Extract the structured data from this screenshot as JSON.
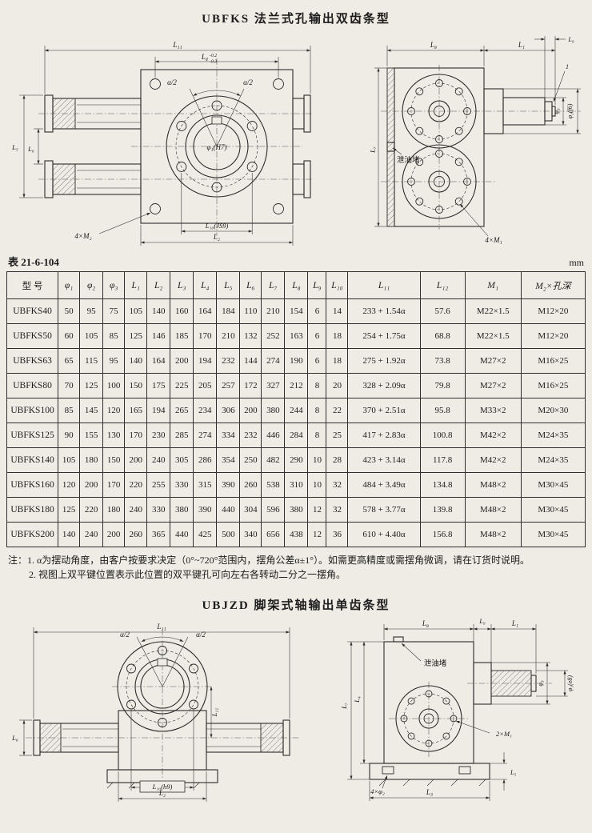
{
  "page": {
    "title_top": "UBFKS 法兰式孔输出双齿条型",
    "title_bottom": "UBJZD 脚架式轴输出单齿条型",
    "table_label": "表 21-6-104",
    "unit_label": "mm"
  },
  "table": {
    "headers": [
      "型  号",
      "φ₁",
      "φ₂",
      "φ₃",
      "L₁",
      "L₂",
      "L₃",
      "L₄",
      "L₅",
      "L₆",
      "L₇",
      "L₈",
      "L₉",
      "L₁₀",
      "L₁₁",
      "L₁₂",
      "M₁",
      "M₂×孔深"
    ],
    "rows": [
      [
        "UBFKS40",
        "50",
        "95",
        "75",
        "105",
        "140",
        "160",
        "164",
        "184",
        "110",
        "210",
        "154",
        "6",
        "14",
        "233 + 1.54α",
        "57.6",
        "M22×1.5",
        "M12×20"
      ],
      [
        "UBFKS50",
        "60",
        "105",
        "85",
        "125",
        "146",
        "185",
        "170",
        "210",
        "132",
        "252",
        "163",
        "6",
        "18",
        "254 + 1.75α",
        "68.8",
        "M22×1.5",
        "M12×20"
      ],
      [
        "UBFKS63",
        "65",
        "115",
        "95",
        "140",
        "164",
        "200",
        "194",
        "232",
        "144",
        "274",
        "190",
        "6",
        "18",
        "275 + 1.92α",
        "73.8",
        "M27×2",
        "M16×25"
      ],
      [
        "UBFKS80",
        "70",
        "125",
        "100",
        "150",
        "175",
        "225",
        "205",
        "257",
        "172",
        "327",
        "212",
        "8",
        "20",
        "328 + 2.09α",
        "79.8",
        "M27×2",
        "M16×25"
      ],
      [
        "UBFKS100",
        "85",
        "145",
        "120",
        "165",
        "194",
        "265",
        "234",
        "306",
        "200",
        "380",
        "244",
        "8",
        "22",
        "370 + 2.51α",
        "95.8",
        "M33×2",
        "M20×30"
      ],
      [
        "UBFKS125",
        "90",
        "155",
        "130",
        "170",
        "230",
        "285",
        "274",
        "334",
        "232",
        "446",
        "284",
        "8",
        "25",
        "417 + 2.83α",
        "100.8",
        "M42×2",
        "M24×35"
      ],
      [
        "UBFKS140",
        "105",
        "180",
        "150",
        "200",
        "240",
        "305",
        "286",
        "354",
        "250",
        "482",
        "290",
        "10",
        "28",
        "423 + 3.14α",
        "117.8",
        "M42×2",
        "M24×35"
      ],
      [
        "UBFKS160",
        "120",
        "200",
        "170",
        "220",
        "255",
        "330",
        "315",
        "390",
        "260",
        "538",
        "310",
        "10",
        "32",
        "484 + 3.49α",
        "134.8",
        "M48×2",
        "M30×45"
      ],
      [
        "UBFKS180",
        "125",
        "220",
        "180",
        "240",
        "330",
        "380",
        "390",
        "440",
        "304",
        "596",
        "380",
        "12",
        "32",
        "578 + 3.77α",
        "139.8",
        "M48×2",
        "M30×45"
      ],
      [
        "UBFKS200",
        "140",
        "240",
        "200",
        "260",
        "365",
        "440",
        "425",
        "500",
        "340",
        "656",
        "438",
        "12",
        "36",
        "610 + 4.40α",
        "156.8",
        "M48×2",
        "M30×45"
      ]
    ]
  },
  "notes": {
    "line1": "注：1. α为摆动角度，由客户按要求决定（0°~720°范围内，摆角公差α±1°）。如需更高精度或需摆角微调，请在订货时说明。",
    "line2": "2. 视图上双平键位置表示此位置的双平键孔可向左右各转动二分之一摆角。"
  },
  "drawings": {
    "top_front": {
      "L11": "L₁₁",
      "L4": "L₄",
      "tol_up": "-0.2",
      "tol_dn": "-0.3",
      "angle_l": "α/2",
      "angle_r": "α/2",
      "bore": "φ₁(H7)",
      "L10": "L₁₀(JS9)",
      "L2": "L₂",
      "L5": "L₅",
      "L6": "L₆",
      "M2": "4×M₂"
    },
    "top_side": {
      "L8": "L₈",
      "L1": "L₁",
      "L9": "L₉",
      "one": "1",
      "plug": "泄油堵",
      "phi3": "φ₃",
      "phi2": "φ₂(f6)",
      "L7": "L₇",
      "M1": "4×M₁"
    },
    "bottom_front": {
      "L11": "L₁₁",
      "angle_l": "α/2",
      "angle_r": "α/2",
      "L12": "L₁₂",
      "L6": "L₆",
      "L10": "L₁₀(h9)",
      "L2": "L₂"
    },
    "bottom_side": {
      "L8": "L₈",
      "L9": "L₉",
      "L1": "L₁",
      "plug": "泄油堵",
      "phi3": "φ₃",
      "phi1": "φ₁(e8)",
      "L7": "L₇",
      "L4": "L₄",
      "L5": "L₅",
      "M1": "2×M₁",
      "holes": "4×φ₂",
      "L3": "L₃"
    }
  }
}
